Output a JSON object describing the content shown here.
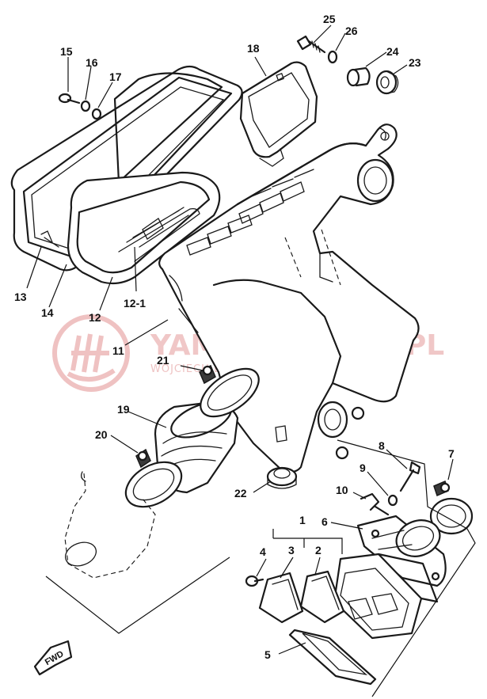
{
  "diagram": {
    "callouts": [
      {
        "id": "c25",
        "label": "25"
      },
      {
        "id": "c26",
        "label": "26"
      },
      {
        "id": "c24",
        "label": "24"
      },
      {
        "id": "c23",
        "label": "23"
      },
      {
        "id": "c18",
        "label": "18"
      },
      {
        "id": "c15",
        "label": "15"
      },
      {
        "id": "c16",
        "label": "16"
      },
      {
        "id": "c17",
        "label": "17"
      },
      {
        "id": "c13",
        "label": "13"
      },
      {
        "id": "c14",
        "label": "14"
      },
      {
        "id": "c12",
        "label": "12"
      },
      {
        "id": "c12-1",
        "label": "12-1"
      },
      {
        "id": "c11",
        "label": "11"
      },
      {
        "id": "c21",
        "label": "21"
      },
      {
        "id": "c19",
        "label": "19"
      },
      {
        "id": "c20",
        "label": "20"
      },
      {
        "id": "c22",
        "label": "22"
      },
      {
        "id": "c8",
        "label": "8"
      },
      {
        "id": "c7",
        "label": "7"
      },
      {
        "id": "c9",
        "label": "9"
      },
      {
        "id": "c10",
        "label": "10"
      },
      {
        "id": "c1",
        "label": "1"
      },
      {
        "id": "c6",
        "label": "6"
      },
      {
        "id": "c4",
        "label": "4"
      },
      {
        "id": "c3",
        "label": "3"
      },
      {
        "id": "c2",
        "label": "2"
      },
      {
        "id": "c5",
        "label": "5"
      }
    ],
    "direction_marker": "FWD"
  },
  "watermark": {
    "main": "YAMAHA-SKLEP.PL",
    "sub": "WOJCIECH BIEDROWICZ DEALER YAMAHA",
    "logo_icon": "yamaha-tuning-fork-logo-icon",
    "color": "#e49a9a"
  }
}
